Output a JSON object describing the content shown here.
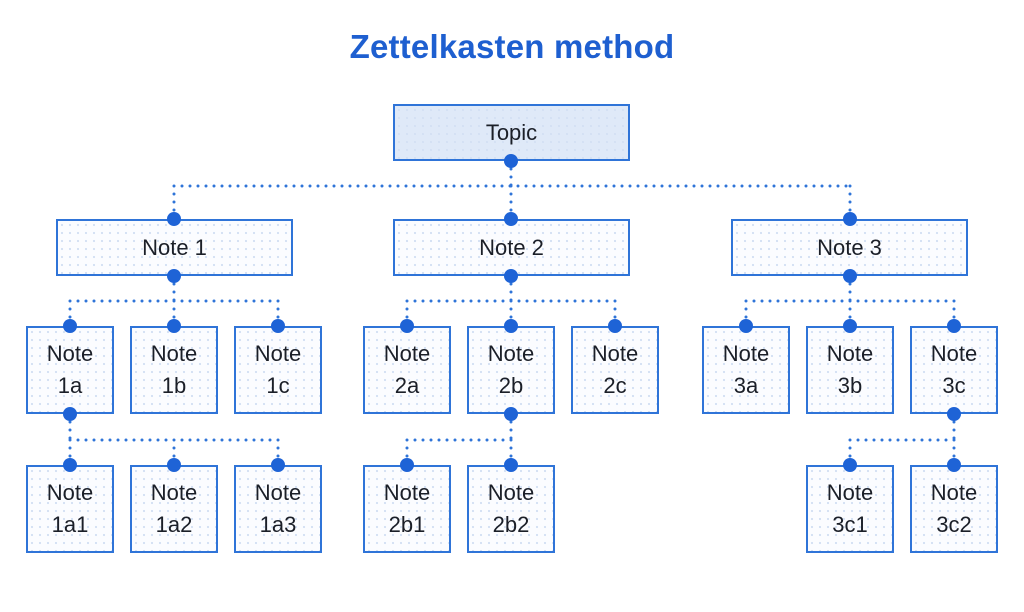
{
  "title": "Zettelkasten method",
  "nodes": {
    "topic": "Topic",
    "note1": "Note 1",
    "note2": "Note 2",
    "note3": "Note 3",
    "note1a": "Note\n1a",
    "note1b": "Note\n1b",
    "note1c": "Note\n1c",
    "note2a": "Note\n2a",
    "note2b": "Note\n2b",
    "note2c": "Note\n2c",
    "note3a": "Note\n3a",
    "note3b": "Note\n3b",
    "note3c": "Note\n3c",
    "note1a1": "Note\n1a1",
    "note1a2": "Note\n1a2",
    "note1a3": "Note\n1a3",
    "note2b1": "Note\n2b1",
    "note2b2": "Note\n2b2",
    "note3c1": "Note\n3c1",
    "note3c2": "Note\n3c2"
  },
  "colors": {
    "accent": "#1e5fd0",
    "border": "#2f74d8",
    "topic_fill": "#dfe9f8"
  }
}
